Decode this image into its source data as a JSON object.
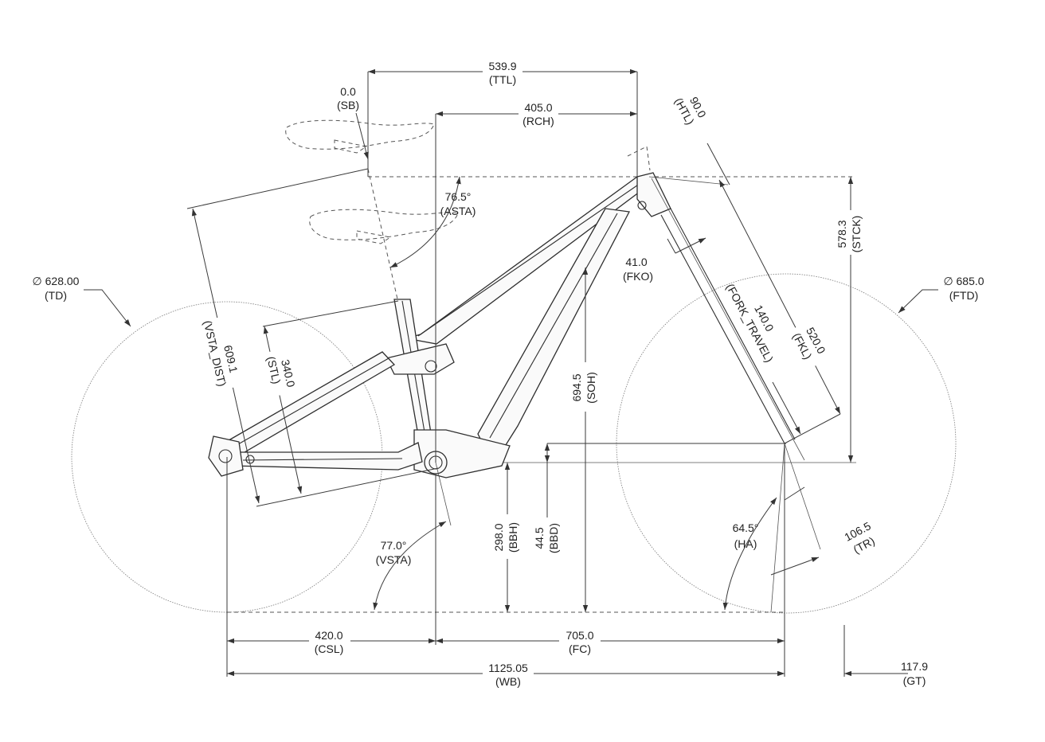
{
  "dimensions": {
    "ttl": {
      "value": "539.9",
      "code": "(TTL)"
    },
    "rch": {
      "value": "405.0",
      "code": "(RCH)"
    },
    "sb": {
      "value": "0.0",
      "code": "(SB)"
    },
    "htl": {
      "value": "90.0",
      "code": "(HTL)"
    },
    "asta": {
      "value": "76.5°",
      "code": "(ASTA)"
    },
    "stck": {
      "value": "578.3",
      "code": "(STCK)"
    },
    "td": {
      "value": "∅ 628.00",
      "code": "(TD)"
    },
    "ftd": {
      "value": "∅ 685.0",
      "code": "(FTD)"
    },
    "vsta_dist": {
      "value": "609.1",
      "code": "(VSTA_DIST)"
    },
    "stl": {
      "value": "340.0",
      "code": "(STL)"
    },
    "fko": {
      "value": "41.0",
      "code": "(FKO)"
    },
    "fork_travel": {
      "value": "140.0",
      "code": "(FORK_TRAVEL)"
    },
    "fkl": {
      "value": "520.0",
      "code": "(FKL)"
    },
    "soh": {
      "value": "694.5",
      "code": "(SOH)"
    },
    "bbh": {
      "value": "298.0",
      "code": "(BBH)"
    },
    "bbd": {
      "value": "44.5",
      "code": "(BBD)"
    },
    "vsta": {
      "value": "77.0°",
      "code": "(VSTA)"
    },
    "ha": {
      "value": "64.5°",
      "code": "(HA)"
    },
    "tr": {
      "value": "106.5",
      "code": "(TR)"
    },
    "csl": {
      "value": "420.0",
      "code": "(CSL)"
    },
    "fc": {
      "value": "705.0",
      "code": "(FC)"
    },
    "wb": {
      "value": "1125.05",
      "code": "(WB)"
    },
    "gt": {
      "value": "117.9",
      "code": "(GT)"
    }
  }
}
